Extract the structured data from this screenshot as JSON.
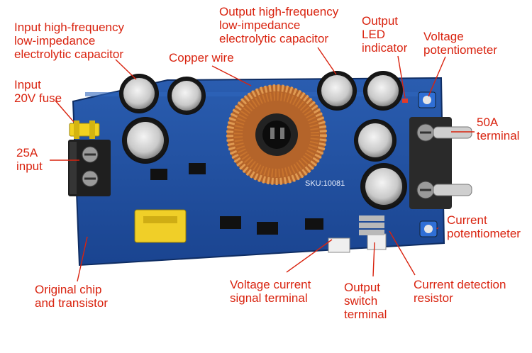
{
  "colors": {
    "label": "#d9230f",
    "board": "#1f4fa0",
    "board_dark": "#15397a",
    "copper": "#c8742e",
    "capacitor": "#1b1b1b",
    "terminal": "#2a2a2a"
  },
  "board_text": {
    "sku": "SKU:10081"
  },
  "labels": {
    "input_cap": [
      "Input high-frequency",
      "low-impedance",
      "electrolytic capacitor"
    ],
    "input_fuse": [
      "Input",
      "20V fuse"
    ],
    "input_25a": [
      "25A",
      "input"
    ],
    "copper_wire": [
      "Copper wire"
    ],
    "output_cap": [
      "Output high-frequency",
      "low-impedance",
      "electrolytic capacitor"
    ],
    "output_led": [
      "Output",
      "LED",
      "indicator"
    ],
    "voltage_pot": [
      "Voltage",
      "potentiometer"
    ],
    "terminal_50a": [
      "50A",
      "terminal"
    ],
    "current_pot": [
      "Current",
      "potentiometer"
    ],
    "original_chip": [
      "Original chip",
      "and transistor"
    ],
    "voltage_current_signal": [
      "Voltage current",
      "signal terminal"
    ],
    "output_switch": [
      "Output",
      "switch",
      "terminal"
    ],
    "current_detection": [
      "Current detection",
      "resistor"
    ]
  }
}
